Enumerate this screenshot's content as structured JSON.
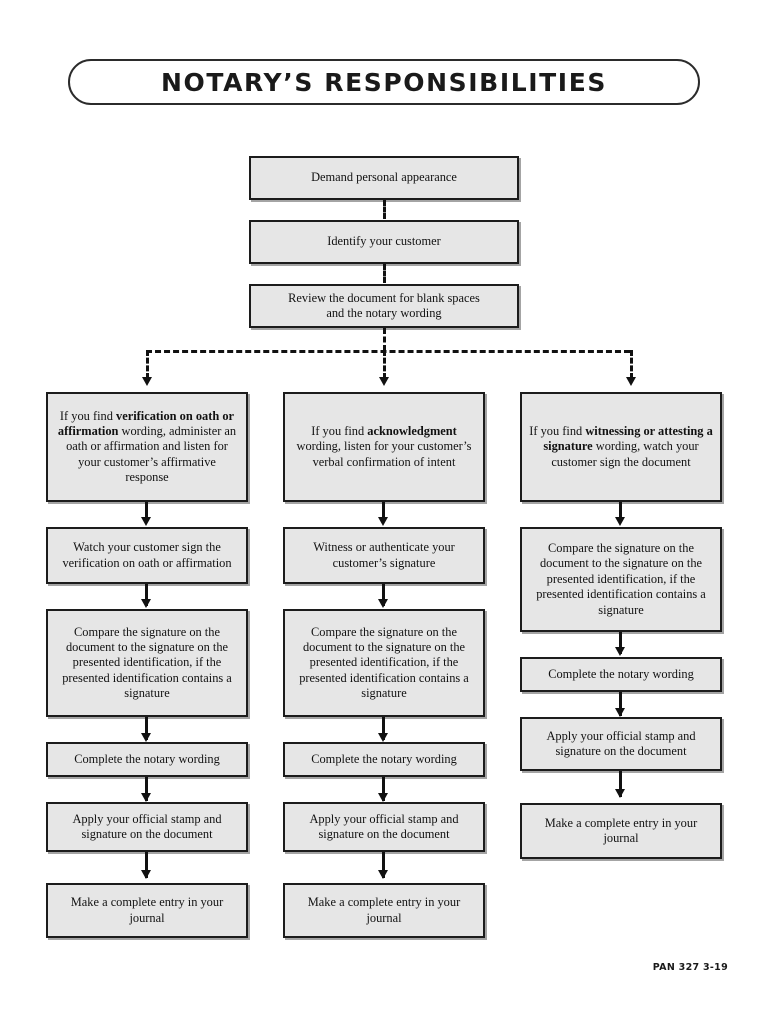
{
  "title": {
    "text": "NOTARY’S RESPONSIBILITIES"
  },
  "footer": {
    "code": "PAN 327 3-19"
  },
  "colors": {
    "box_fill": "#e6e6e6",
    "box_border": "#1c1c1c",
    "text": "#121212",
    "page_background": "#ffffff",
    "connector": "#111111"
  },
  "flow": {
    "type": "flowchart",
    "orientation": "top-down",
    "stem": {
      "boxes": [
        {
          "id": "stem-1",
          "text": "Demand personal appearance"
        },
        {
          "id": "stem-2",
          "text": "Identify your customer"
        },
        {
          "id": "stem-3",
          "line1": "Review the document for blank spaces",
          "line2": "and the notary wording"
        }
      ],
      "connector_style": "dashed"
    },
    "branch_connector": {
      "style": "dashed",
      "targets": 3
    },
    "columns": [
      {
        "id": "column-verification",
        "label": "verification-on-oath-or-affirmation",
        "steps": [
          {
            "id": "c1-s1",
            "rich": true,
            "parts": [
              {
                "t": "If you find ",
                "b": false
              },
              {
                "t": "verification on oath or affirmation",
                "b": true
              },
              {
                "t": " wording, administer an oath or affirmation and listen for your customer’s affirmative response",
                "b": false
              }
            ],
            "plain": "If you find verification on oath or affirmation wording, administer an oath or affirmation and listen for your customer’s affirmative response"
          },
          {
            "id": "c1-s2",
            "rich": false,
            "plain": "Watch your customer sign the verification on oath or affirmation"
          },
          {
            "id": "c1-s3",
            "rich": false,
            "plain": "Compare the signature on the document to the signature on the presented identification, if the presented identification contains a signature"
          },
          {
            "id": "c1-s4",
            "rich": false,
            "plain": "Complete the notary wording"
          },
          {
            "id": "c1-s5",
            "rich": false,
            "plain": "Apply your official stamp and signature on the document"
          },
          {
            "id": "c1-s6",
            "rich": false,
            "plain": "Make a complete entry in your journal"
          }
        ]
      },
      {
        "id": "column-acknowledgment",
        "label": "acknowledgment",
        "steps": [
          {
            "id": "c2-s1",
            "rich": true,
            "parts": [
              {
                "t": "If you find ",
                "b": false
              },
              {
                "t": "acknowledgment",
                "b": true
              },
              {
                "t": " wording, listen for your customer’s verbal confirmation of intent",
                "b": false
              }
            ],
            "plain": "If you find acknowledgment wording, listen for your customer’s verbal confirmation of intent"
          },
          {
            "id": "c2-s2",
            "rich": false,
            "plain": "Witness or authenticate your customer’s signature"
          },
          {
            "id": "c2-s3",
            "rich": false,
            "plain": "Compare the signature on the document to the signature on the presented identification, if the presented identification contains a signature"
          },
          {
            "id": "c2-s4",
            "rich": false,
            "plain": "Complete the notary wording"
          },
          {
            "id": "c2-s5",
            "rich": false,
            "plain": "Apply your official stamp and signature on the document"
          },
          {
            "id": "c2-s6",
            "rich": false,
            "plain": "Make a complete entry in your journal"
          }
        ]
      },
      {
        "id": "column-witnessing",
        "label": "witnessing-or-attesting-a-signature",
        "steps": [
          {
            "id": "c3-s1",
            "rich": true,
            "parts": [
              {
                "t": "If you find ",
                "b": false
              },
              {
                "t": "witnessing or attesting a signature",
                "b": true
              },
              {
                "t": " wording, watch your customer sign the document",
                "b": false
              }
            ],
            "plain": "If you find witnessing or attesting a signature wording, watch your customer sign the document"
          },
          {
            "id": "c3-s2",
            "rich": false,
            "plain": "Compare the signature on the document to the signature on the presented identification, if the presented identification contains a signature"
          },
          {
            "id": "c3-s3",
            "rich": false,
            "plain": "Complete the notary wording"
          },
          {
            "id": "c3-s4",
            "rich": false,
            "plain": "Apply your official stamp and signature on the document"
          },
          {
            "id": "c3-s5",
            "rich": false,
            "plain": "Make a complete entry in your journal"
          }
        ]
      }
    ]
  }
}
